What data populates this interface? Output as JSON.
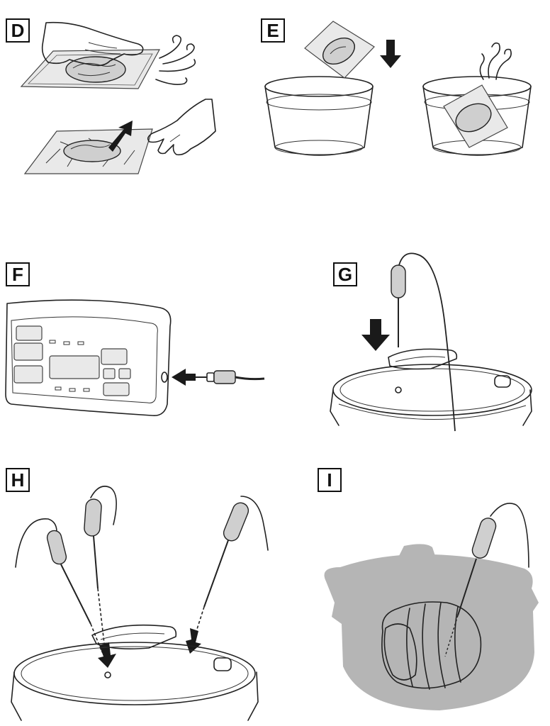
{
  "panels": [
    {
      "id": "D",
      "label": "D"
    },
    {
      "id": "E",
      "label": "E"
    },
    {
      "id": "F",
      "label": "F"
    },
    {
      "id": "G",
      "label": "G"
    },
    {
      "id": "H",
      "label": "H"
    },
    {
      "id": "I",
      "label": "I"
    }
  ],
  "colors": {
    "line": "#222222",
    "arrow": "#1a1a1a",
    "fill_gray": "#cfcfcf",
    "shadow_gray": "#b5b5b5",
    "background": "#ffffff"
  }
}
